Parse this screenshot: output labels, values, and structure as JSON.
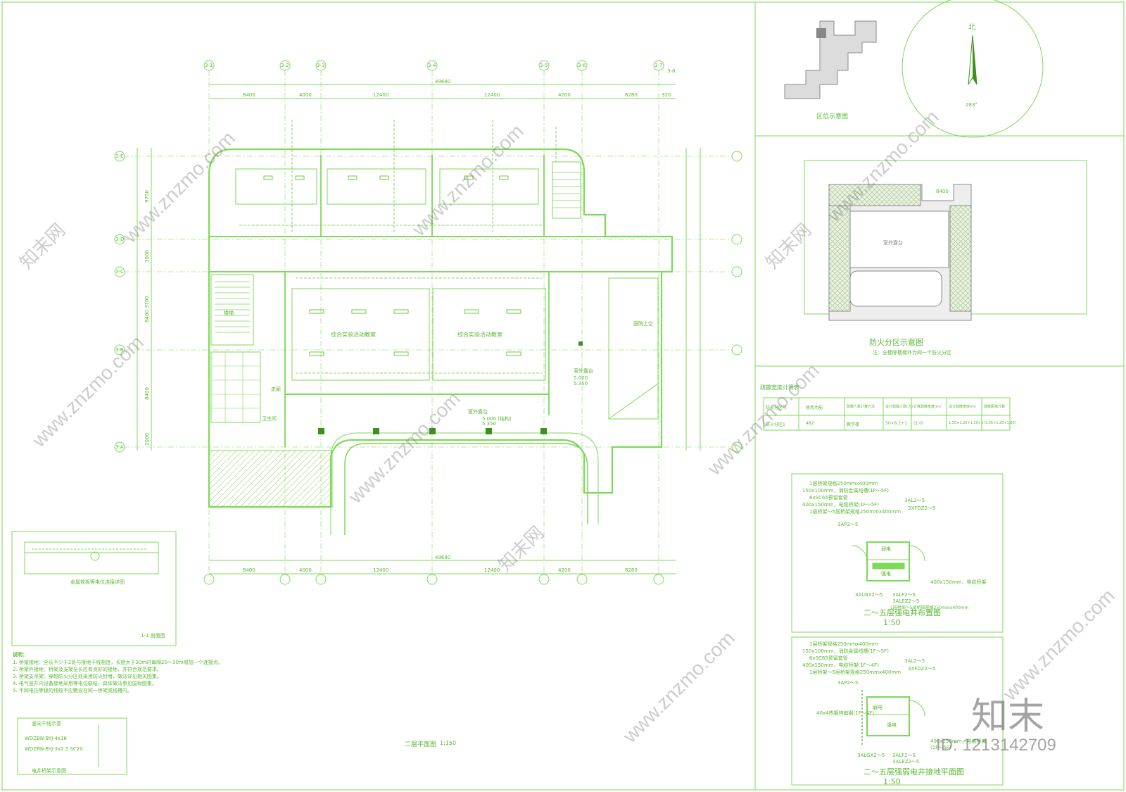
{
  "colors": {
    "line": "#7ed957",
    "dark": "#3f8f1f",
    "hatch": "#9ccc65",
    "wall": "#b0b0b0",
    "watermark": "#888888"
  },
  "plan": {
    "title": "二层平面图",
    "scale": "1:150",
    "grid_top": [
      "3-1",
      "3-2",
      "3-3",
      "3-4",
      "3-5",
      "3-6",
      "3-7",
      "3-8"
    ],
    "grid_side": [
      "3-E",
      "3-D",
      "3-C",
      "3-B",
      "3-A"
    ],
    "dims_top": [
      "8400",
      "4000",
      "12400",
      "12400",
      "4200",
      "8280",
      "320"
    ],
    "overall": "49680",
    "dims_left": [
      "9700",
      "3000",
      "3700",
      "8400",
      "8400",
      "2000"
    ],
    "rooms": [
      "综合实验活动教室",
      "综合实验活动教室",
      "室外露台",
      "室外露台",
      "庭院上空",
      "走廊",
      "楼梯",
      "卫生间"
    ],
    "elev": [
      "5.000",
      "5.350",
      "5.000 (结构)",
      "5.350"
    ]
  },
  "location": {
    "title": "区位示意图",
    "north": "北",
    "angle": "283°"
  },
  "fire": {
    "title": "防火分区示意图",
    "note": "注：全楼除楼梯外为同一个防火分区",
    "room": "室外露台",
    "dim": "8400"
  },
  "table": {
    "title": "疏散宽度计算表",
    "headers": [
      "防火分区号",
      "使用功能",
      "疏散人数计算方法",
      "设计疏散人数(人)",
      "计算疏散宽度(m)",
      "设计疏散宽度(m)",
      "疏散距离计算"
    ],
    "row": [
      "防火分区1",
      "482",
      "教学楼",
      "50×8.1+1",
      "(1.0)",
      "1.50×1.20+1.30×1",
      "(1.65+1.20+1.60)"
    ]
  },
  "shaft1": {
    "title": "二～五层强电井布置图",
    "scale": "1:50",
    "labels": [
      "1层桥架规格250mmx400mm",
      "150x100mm，消防金属线槽(1F～5F)",
      "6xSC65预留套管",
      "400x150mm，电缆桥架(1F～5F)",
      "1层桥架～5层桥架规格250mmx400mm",
      "3AL2～5",
      "3XFDZ2～5",
      "3AP2～5",
      "强电",
      "弱电",
      "400x150mm，电缆桥架",
      "3ALGX2～5",
      "3ALF2～5",
      "3ALEZ2～5",
      "1层桥架～5层桥架规格250mmx400mm"
    ]
  },
  "shaft2": {
    "title": "二～五层强弱电井接地平面图",
    "scale": "1:50",
    "labels": [
      "1层桥架规格250mmx400mm",
      "150x100mm，消防金属线槽(1F～5F)",
      "6xSC65预留套管",
      "400x150mm，电缆桥架(1F～4F)",
      "1层桥架～5层桥架规格250mmx400mm",
      "3AP2～5",
      "3AL2～5",
      "3XFDZ2～5",
      "40x4热镀锌扁钢(1F～4F)",
      "弱电",
      "强电",
      "400x150mm，电缆桥架",
      "(1F～5F)",
      "3ALGX2～5",
      "3ALF2～5",
      "3ALEZ2～5"
    ]
  },
  "notes": {
    "detail_title": "金属铁板等电位连接详图",
    "section": "1-1 剖面图",
    "heading": "说明：",
    "lines": [
      "1. 桥架接地：全长不少于2处与接地干线相连，长度大于30m时每隔20～30m增加一个连接点。",
      "2. 桥架外接地：桥架及支架全长应有良好的接地，并符合规范要求。",
      "3. 桥架支吊架：穿越防火分区处采用防火封堵，做法详见相关图集。",
      "4. 电气竖井内设备接地采用等电位联结，具体做法参见国标图集。",
      "5. 不同电压等级的线缆不应敷设在同一桥架或线槽内。"
    ],
    "legend_title": "竖向干线示意",
    "legend_lines": [
      "WDZBN-BYJ-4x16",
      "WDZBN-BYJ-3x2.5 SC20",
      "电井桥架示意图"
    ]
  },
  "watermark": {
    "text": "www.znzmo.com",
    "brand": "知末网",
    "logo": "知末",
    "id": "ID: 1213142709"
  }
}
